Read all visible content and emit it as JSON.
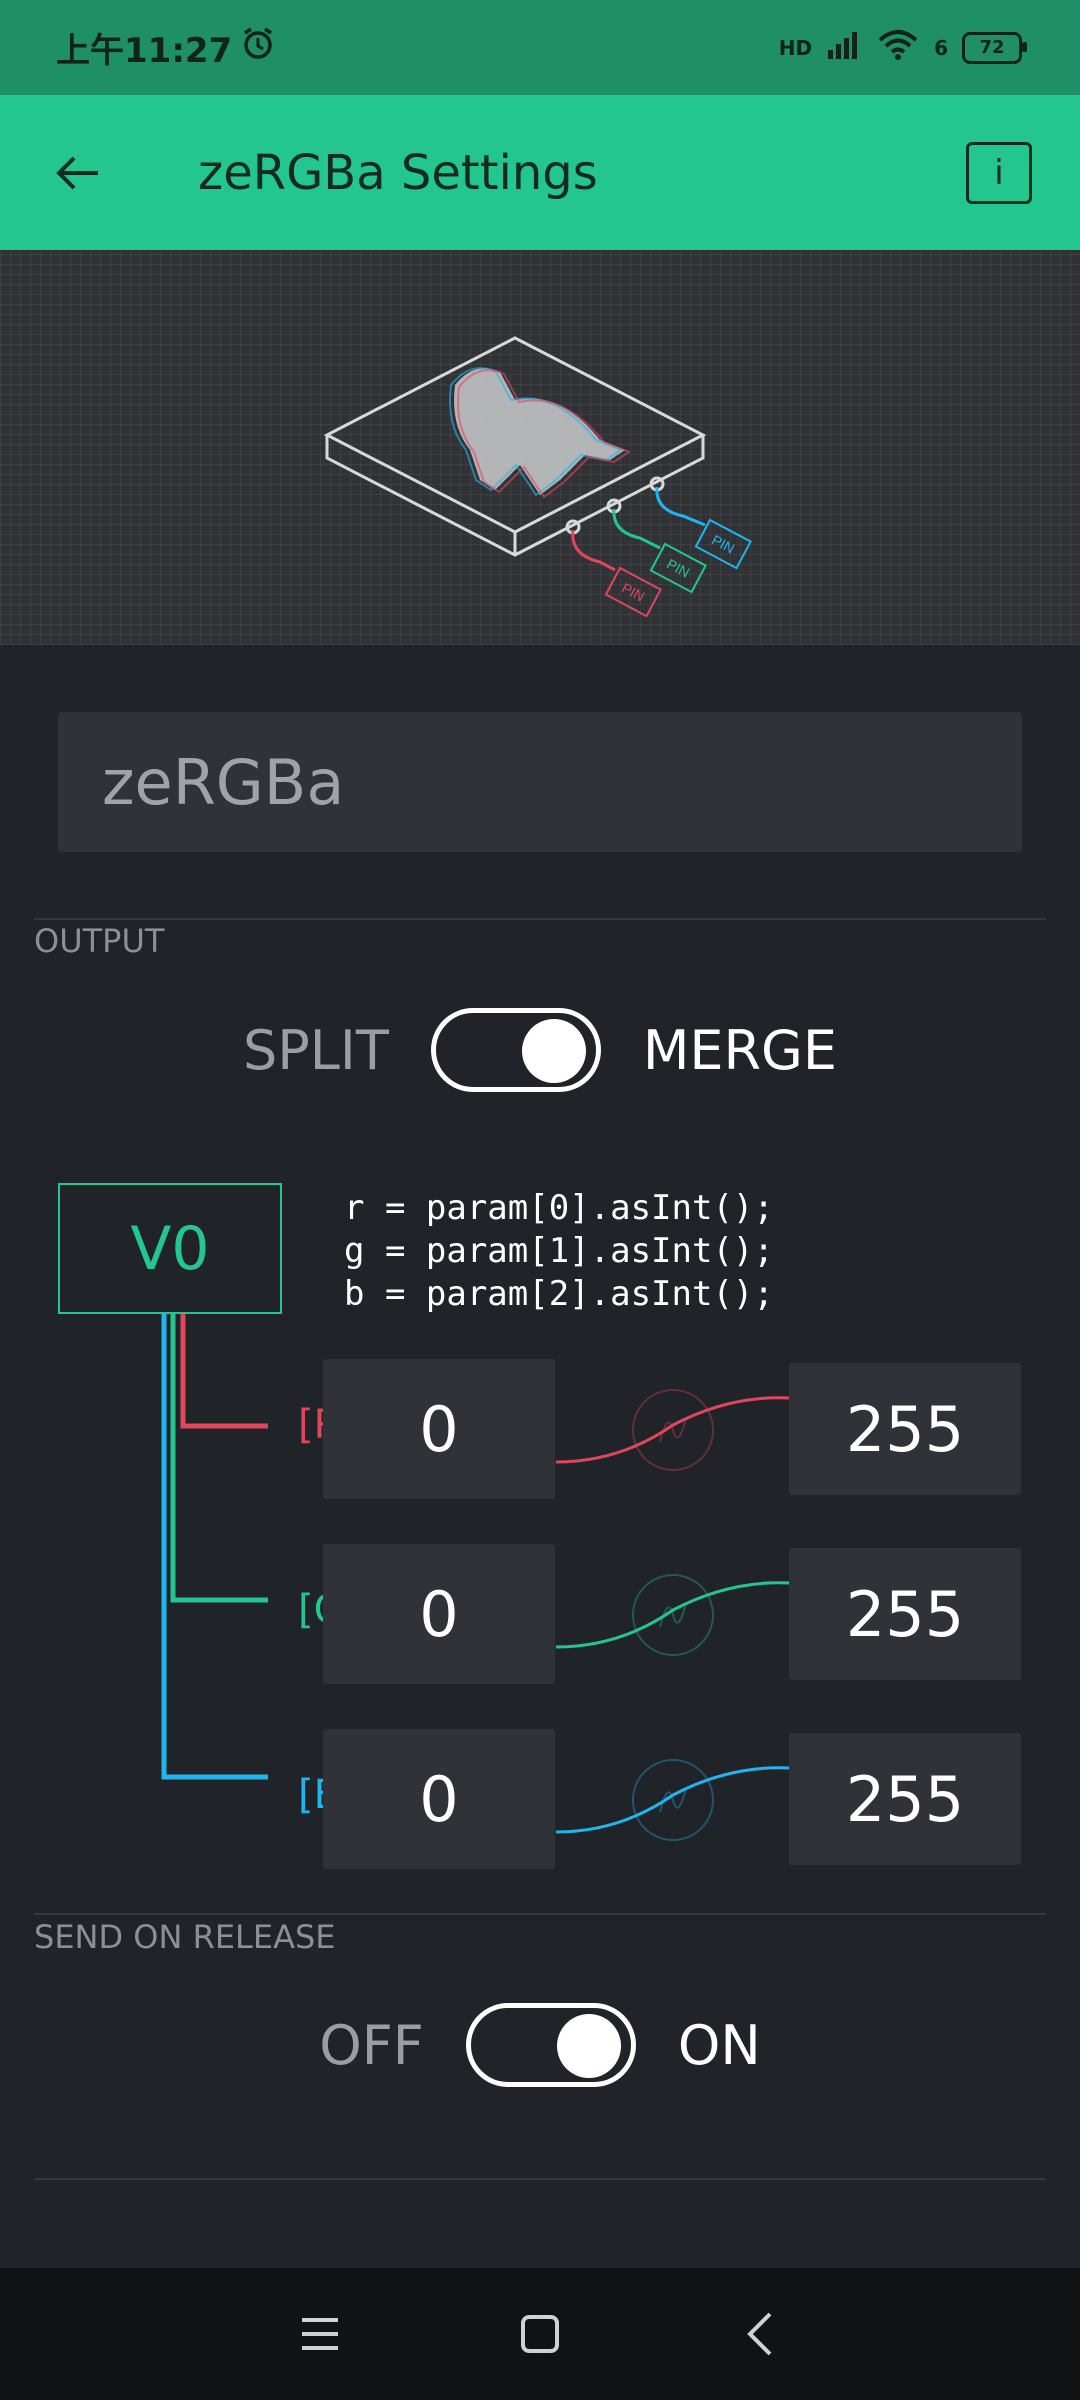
{
  "status_bar": {
    "time": "上午11:27",
    "network": "HD",
    "wifi_sub": "6",
    "battery": "72"
  },
  "app_bar": {
    "title": "zeRGBa Settings",
    "info_label": "i"
  },
  "name_input": {
    "value": "zeRGBa"
  },
  "output": {
    "section_label": "OUTPUT",
    "left_label": "SPLIT",
    "right_label": "MERGE",
    "toggle_state": "MERGE"
  },
  "pin": {
    "label": "V0"
  },
  "code": {
    "line_r": "r = param[0].asInt();",
    "line_g": "g = param[1].asInt();",
    "line_b": "b = param[2].asInt();"
  },
  "channels": [
    {
      "label": "[R]",
      "min": "0",
      "max": "255",
      "color": "#e0475d"
    },
    {
      "label": "[G]",
      "min": "0",
      "max": "255",
      "color": "#24c68f"
    },
    {
      "label": "[B]",
      "min": "0",
      "max": "255",
      "color": "#1fb6ef"
    }
  ],
  "hero": {
    "pin_tag": "PIN"
  },
  "send_on_release": {
    "section_label": "SEND ON RELEASE",
    "off_label": "OFF",
    "on_label": "ON",
    "state": "ON"
  },
  "colors": {
    "accent": "#24c68f",
    "red": "#e0475d",
    "green": "#24c68f",
    "blue": "#1fb6ef",
    "background": "#202328"
  }
}
